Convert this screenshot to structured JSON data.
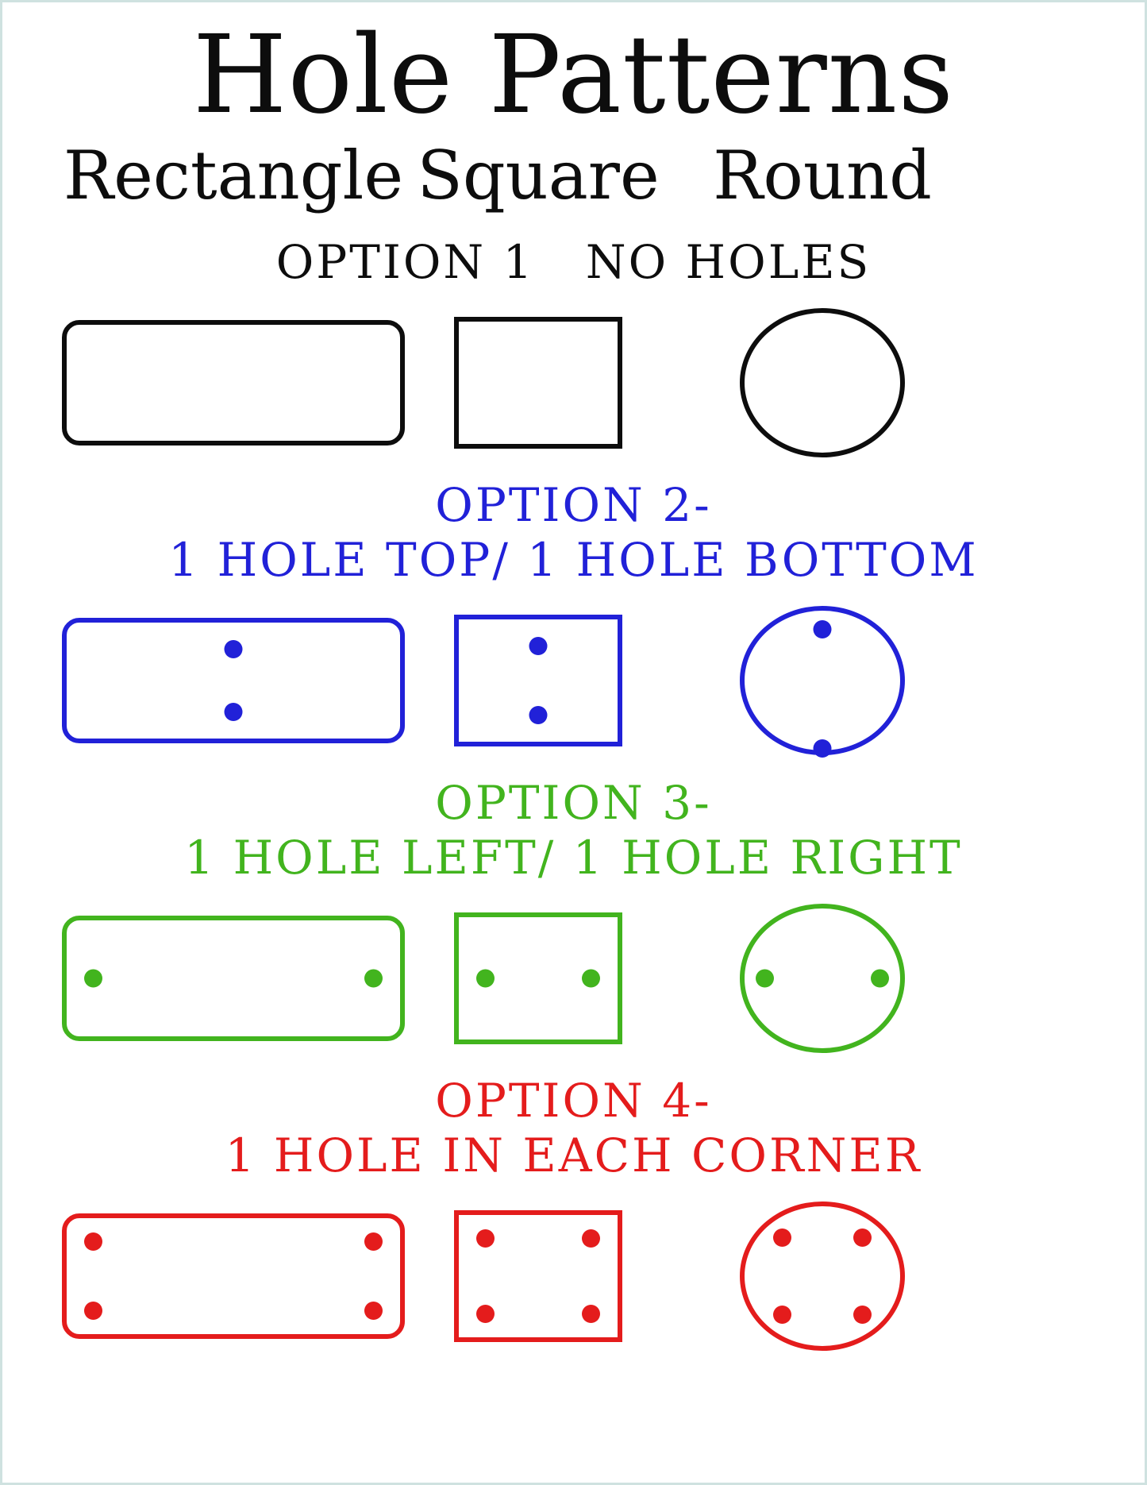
{
  "title": "Hole Patterns",
  "columns": [
    "Rectangle",
    "Square",
    "Round"
  ],
  "text_color": "#0d0d0d",
  "border_color": "#cfe2e0",
  "options": [
    {
      "heading_line1": "OPTION 1   NO HOLES",
      "heading_line2": "",
      "color": "#0d0d0d",
      "holes": "none"
    },
    {
      "heading_line1": "OPTION 2-",
      "heading_line2": "1 HOLE TOP/ 1 HOLE BOTTOM",
      "color": "#2121d8",
      "holes": "top-bottom"
    },
    {
      "heading_line1": "OPTION 3-",
      "heading_line2": "1 HOLE LEFT/ 1 HOLE RIGHT",
      "color": "#42b41e",
      "holes": "left-right"
    },
    {
      "heading_line1": "OPTION 4-",
      "heading_line2": "1 HOLE IN EACH CORNER",
      "color": "#e41c1c",
      "holes": "corners"
    }
  ]
}
